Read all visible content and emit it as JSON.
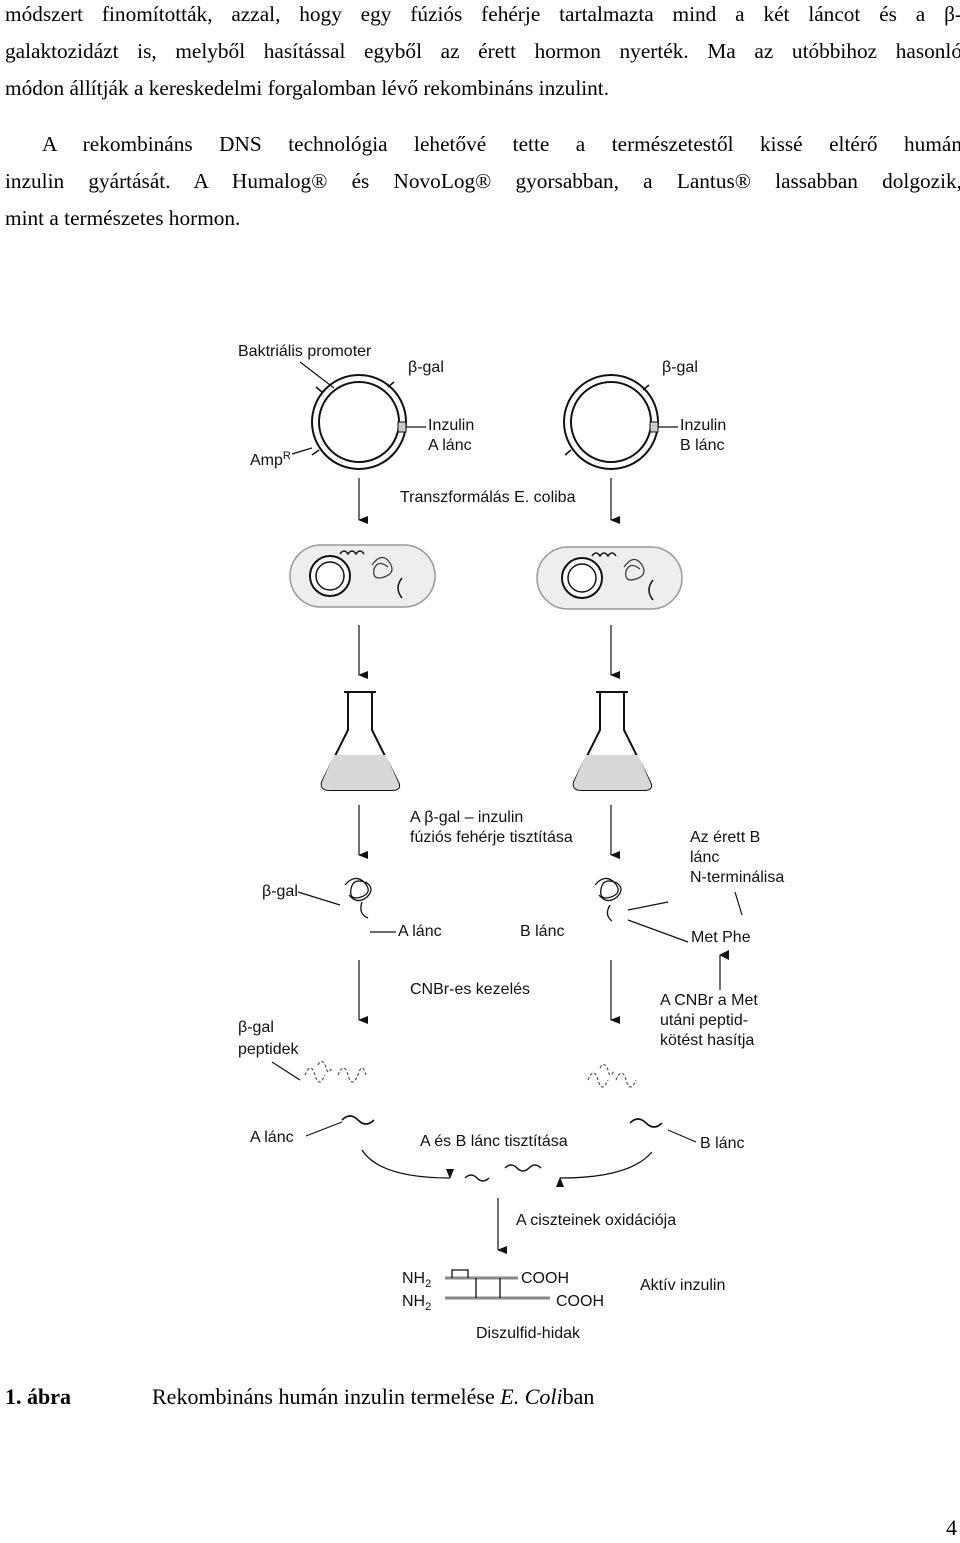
{
  "paragraphs": {
    "p1_lines": [
      "módszert finomították, azzal, hogy egy fúziós fehérje tartalmazta mind a két láncot és a β-",
      "galaktozidázt is, melyből hasítással egyből az érett hormon nyerték. Ma az utóbbihoz hasonló",
      "módon állítják a kereskedelmi forgalomban lévő rekombináns inzulint."
    ],
    "p2_lines": [
      "A rekombináns DNS technológia lehetővé tette a természetestől kissé eltérő humán",
      "inzulin gyártását. A Humalog® és NovoLog® gyorsabban, a Lantus® lassabban dolgozik,",
      "mint a természetes hormon."
    ]
  },
  "figure": {
    "labels": {
      "bacterial_promoter": "Baktriális promoter",
      "bgal_left": "β-gal",
      "bgal_right": "β-gal",
      "insulin_a_line1": "Inzulin",
      "insulin_a_line2": "A lánc",
      "insulin_b_line1": "Inzulin",
      "insulin_b_line2": "B lánc",
      "ampr": "AmpR",
      "transform": "Transzformálás E. coliba",
      "purify_line1": "A β-gal – inzulin",
      "purify_line2": "fúziós fehérje tisztítása",
      "mature_b_line1": "Az érett B",
      "mature_b_line2": "lánc",
      "mature_b_line3": "N-terminálisa",
      "bgal_fusion": "β-gal",
      "a_chain_mid": "A lánc",
      "b_chain_mid": "B lánc",
      "met_phe": "Met Phe",
      "cnbr": "CNBr-es kezelés",
      "cnbr_cut_line1": "A CNBr a Met",
      "cnbr_cut_line2": "utáni peptid-",
      "cnbr_cut_line3": "kötést hasítja",
      "bgal_peptides_line1": "β-gal",
      "bgal_peptides_line2": "peptidek",
      "a_chain_bottom": "A lánc",
      "purify_ab": "A és B lánc tisztítása",
      "b_chain_bottom": "B lánc",
      "cysteine_ox": "A cisztei­nek oxidációja",
      "nh2_top": "NH2",
      "nh2_bottom": "NH2",
      "cooh_top": "COOH",
      "cooh_bottom": "COOH",
      "active_insulin": "Aktív inzulin",
      "disulfide": "Diszulfid-hidak"
    }
  },
  "caption": {
    "number": "1. ábra",
    "text_before": "Rekombináns humán inzulin termelése ",
    "text_italic": "E. Coli",
    "text_after": "ban"
  },
  "page_number": "4"
}
